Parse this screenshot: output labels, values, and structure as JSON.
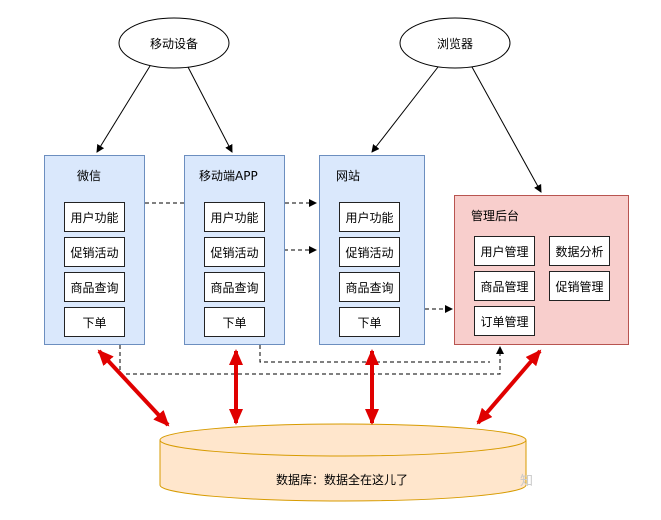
{
  "clients": {
    "mobile_device": "移动设备",
    "browser": "浏览器"
  },
  "groups": {
    "wechat": {
      "title": "微信",
      "items": [
        "用户功能",
        "促销活动",
        "商品查询",
        "下单"
      ]
    },
    "mobile_app": {
      "title": "移动端APP",
      "items": [
        "用户功能",
        "促销活动",
        "商品查询",
        "下单"
      ]
    },
    "website": {
      "title": "网站",
      "items": [
        "用户功能",
        "促销活动",
        "商品查询",
        "下单"
      ]
    },
    "admin": {
      "title": "管理后台",
      "items": [
        "用户管理",
        "数据分析",
        "商品管理",
        "促销管理",
        "订单管理"
      ]
    }
  },
  "database": {
    "label": "数据库：数据全在这儿了"
  },
  "watermark": "知",
  "colors": {
    "client_group_fill": "#dae8fc",
    "client_group_border": "#6c8ebf",
    "admin_fill": "#f8cecc",
    "admin_border": "#b85450",
    "database_fill": "#ffe6cc",
    "database_border": "#d79b00",
    "db_arrow": "#e00000"
  }
}
